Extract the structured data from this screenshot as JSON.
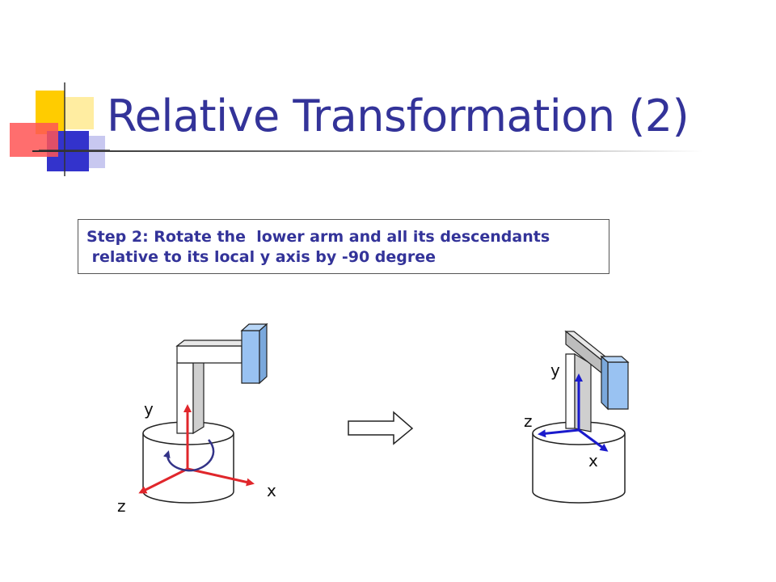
{
  "slide": {
    "title": "Relative Transformation (2)"
  },
  "step": {
    "line1": "Step 2: Rotate the  lower arm and all its descendants",
    "line2": " relative to its local y axis by -90 degree"
  },
  "before": {
    "axis_y": "y",
    "axis_x": "x",
    "axis_z": "z"
  },
  "after": {
    "axis_y": "y",
    "axis_z": "z",
    "axis_x": "x"
  },
  "colors": {
    "title": "#333399",
    "axis_before": "#e0262b",
    "axis_after": "#1a1acc",
    "rotation_arrow": "#333388",
    "gripper": "#99c2f2"
  }
}
